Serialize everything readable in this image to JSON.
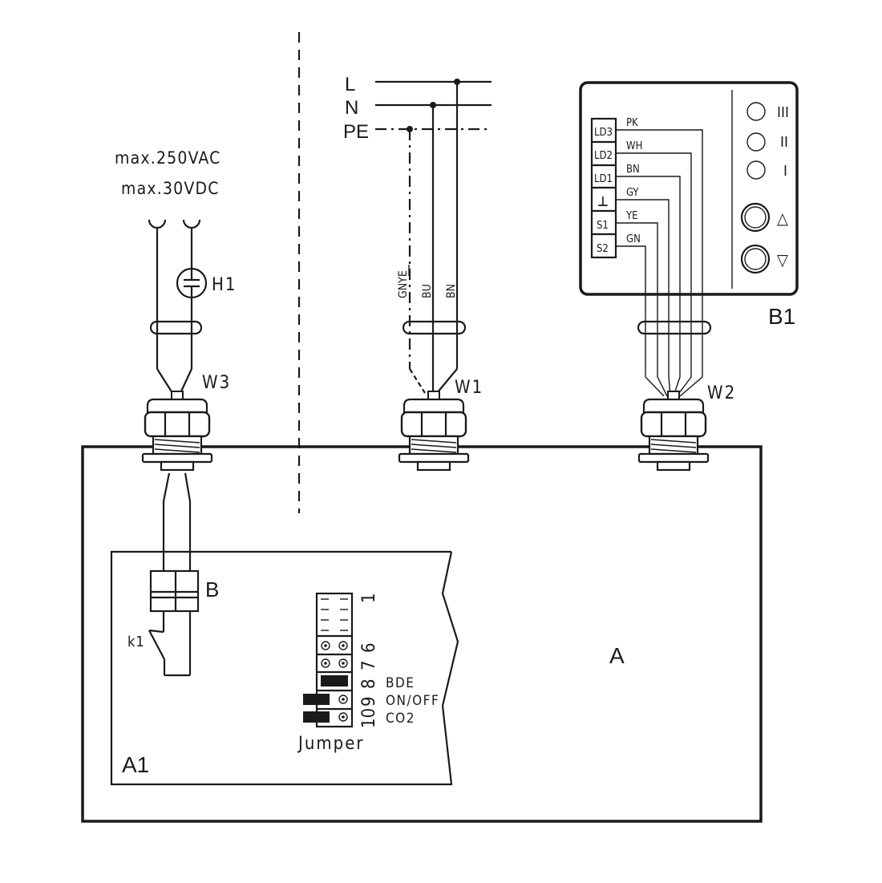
{
  "labels": {
    "max_ac": "max.250VAC",
    "max_dc": "max.30VDC",
    "L": "L",
    "N": "N",
    "PE": "PE",
    "H1": "H1",
    "W1": "W1",
    "W2": "W2",
    "W3": "W3",
    "B1": "B1",
    "A": "A",
    "A1": "A1",
    "B": "B",
    "k1": "k1",
    "jumper": "Jumper",
    "BDE": "BDE",
    "ON_OFF": "ON/OFF",
    "CO2": "CO2"
  },
  "w1_wires": [
    "GNYE",
    "BU",
    "BN"
  ],
  "terminals": [
    {
      "name": "LD3",
      "wire": "PK"
    },
    {
      "name": "LD2",
      "wire": "WH"
    },
    {
      "name": "LD1",
      "wire": "BN"
    },
    {
      "name": "⊥",
      "wire": "GY"
    },
    {
      "name": "S1",
      "wire": "YE"
    },
    {
      "name": "S2",
      "wire": "GN"
    }
  ],
  "panel_buttons": [
    "III",
    "II",
    "I",
    "△",
    "▽"
  ],
  "pin_numbers": [
    "1",
    "6",
    "7",
    "8",
    "9",
    "10"
  ]
}
